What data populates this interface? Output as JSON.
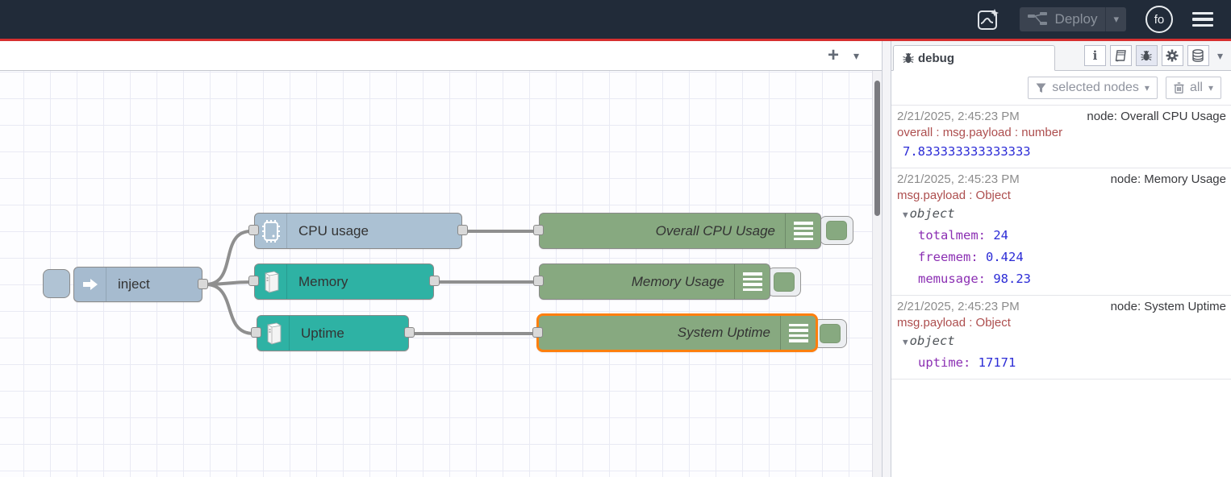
{
  "header": {
    "deploy_label": "Deploy",
    "avatar_text": "fo"
  },
  "canvas": {
    "toolbar": {
      "add_flow": "+",
      "caret": "▾"
    },
    "nodes": {
      "inject": {
        "label": "inject"
      },
      "cpu": {
        "label": "CPU usage"
      },
      "memory": {
        "label": "Memory"
      },
      "uptime": {
        "label": "Uptime"
      },
      "debug_cpu": {
        "label": "Overall CPU Usage"
      },
      "debug_memory": {
        "label": "Memory Usage"
      },
      "debug_uptime": {
        "label": "System Uptime"
      }
    }
  },
  "sidebar": {
    "tab_label": "debug",
    "toolbar": {
      "filter_label": "selected nodes",
      "clear_label": "all",
      "caret": "▾"
    },
    "messages": [
      {
        "timestamp": "2/21/2025, 2:45:23 PM",
        "node": "node: Overall CPU Usage",
        "property": "overall : msg.payload : number",
        "value": "7.833333333333333"
      },
      {
        "timestamp": "2/21/2025, 2:45:23 PM",
        "node": "node: Memory Usage",
        "property": "msg.payload : Object",
        "object_label": "object",
        "caret": "▼",
        "entries": [
          {
            "key": "totalmem:",
            "value": "24"
          },
          {
            "key": "freemem:",
            "value": "0.424"
          },
          {
            "key": "memusage:",
            "value": "98.23"
          }
        ]
      },
      {
        "timestamp": "2/21/2025, 2:45:23 PM",
        "node": "node: System Uptime",
        "property": "msg.payload : Object",
        "object_label": "object",
        "caret": "▼",
        "entries": [
          {
            "key": "uptime:",
            "value": "17171"
          }
        ]
      }
    ]
  },
  "icons": {
    "caret_down": "▾",
    "plus": "+",
    "info": "i",
    "object_caret": "▼",
    "names": [
      "flow-ai-icon",
      "deploy-icon",
      "avatar",
      "menu-icon",
      "bug-icon",
      "info-icon",
      "book-icon",
      "gear-icon",
      "database-icon",
      "funnel-icon",
      "trash-icon",
      "inject-arrow-icon",
      "chip-icon",
      "server-icon",
      "debug-list-icon"
    ]
  },
  "colors": {
    "header_bg": "#212b39",
    "header_accent_line": "#d62f2f",
    "inject_node": "#a6bbcf",
    "cpu_node": "#abc1d3",
    "os_node": "#2eb2a4",
    "debug_node": "#87a980",
    "selected_border": "#ff7f0e",
    "wire": "#8f8f8f",
    "msg_property_red": "#ad4e4e",
    "msg_value_blue": "#2c2cd6",
    "msg_key_purple": "#8b2fb3"
  }
}
